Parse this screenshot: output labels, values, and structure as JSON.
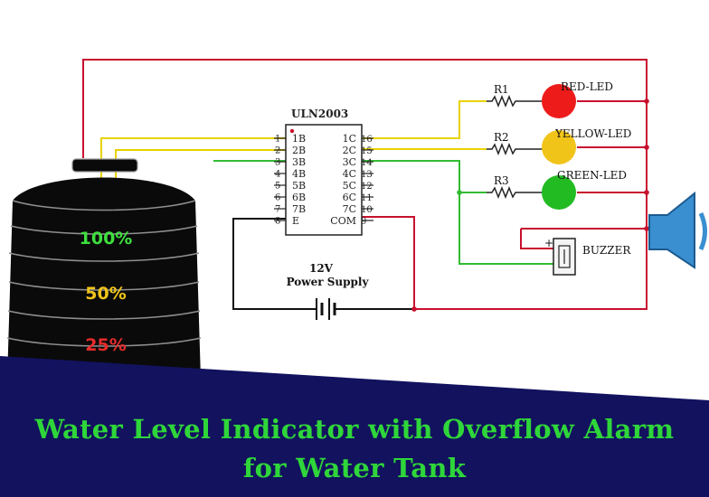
{
  "diagram": {
    "ic": {
      "name": "ULN2003",
      "left_pins": [
        "1B",
        "2B",
        "3B",
        "4B",
        "5B",
        "6B",
        "7B",
        "E"
      ],
      "left_nums": [
        "1",
        "2",
        "3",
        "4",
        "5",
        "6",
        "7",
        "8"
      ],
      "right_pins": [
        "1C",
        "2C",
        "3C",
        "4C",
        "5C",
        "6C",
        "7C",
        "COM"
      ],
      "right_nums": [
        "16",
        "15",
        "14",
        "13",
        "12",
        "11",
        "10",
        "9"
      ]
    },
    "resistors": [
      "R1",
      "R2",
      "R3"
    ],
    "leds": [
      {
        "label": "RED-LED",
        "color": "#ee1b1b"
      },
      {
        "label": "YELLOW-LED",
        "color": "#f0c419"
      },
      {
        "label": "GREEN-LED",
        "color": "#22bb22"
      }
    ],
    "buzzer": {
      "label": "BUZZER",
      "plus": "+"
    },
    "power_supply": {
      "line1": "12V",
      "line2": "Power Supply"
    },
    "tank_levels": [
      {
        "label": "100%",
        "color": "#3ee03e"
      },
      {
        "label": "50%",
        "color": "#f0c419"
      },
      {
        "label": "25%",
        "color": "#e52b2b"
      }
    ],
    "wire_colors": {
      "red": "#c8102e",
      "yellow": "#e8d200",
      "green": "#33bb33",
      "black": "#111111"
    }
  },
  "banner": {
    "title_line1": "Water Level Indicator with Overflow Alarm",
    "title_line2": "for Water Tank",
    "background": "#12125e",
    "text_color": "#2fd63a"
  },
  "icons": [
    "speaker-icon"
  ]
}
